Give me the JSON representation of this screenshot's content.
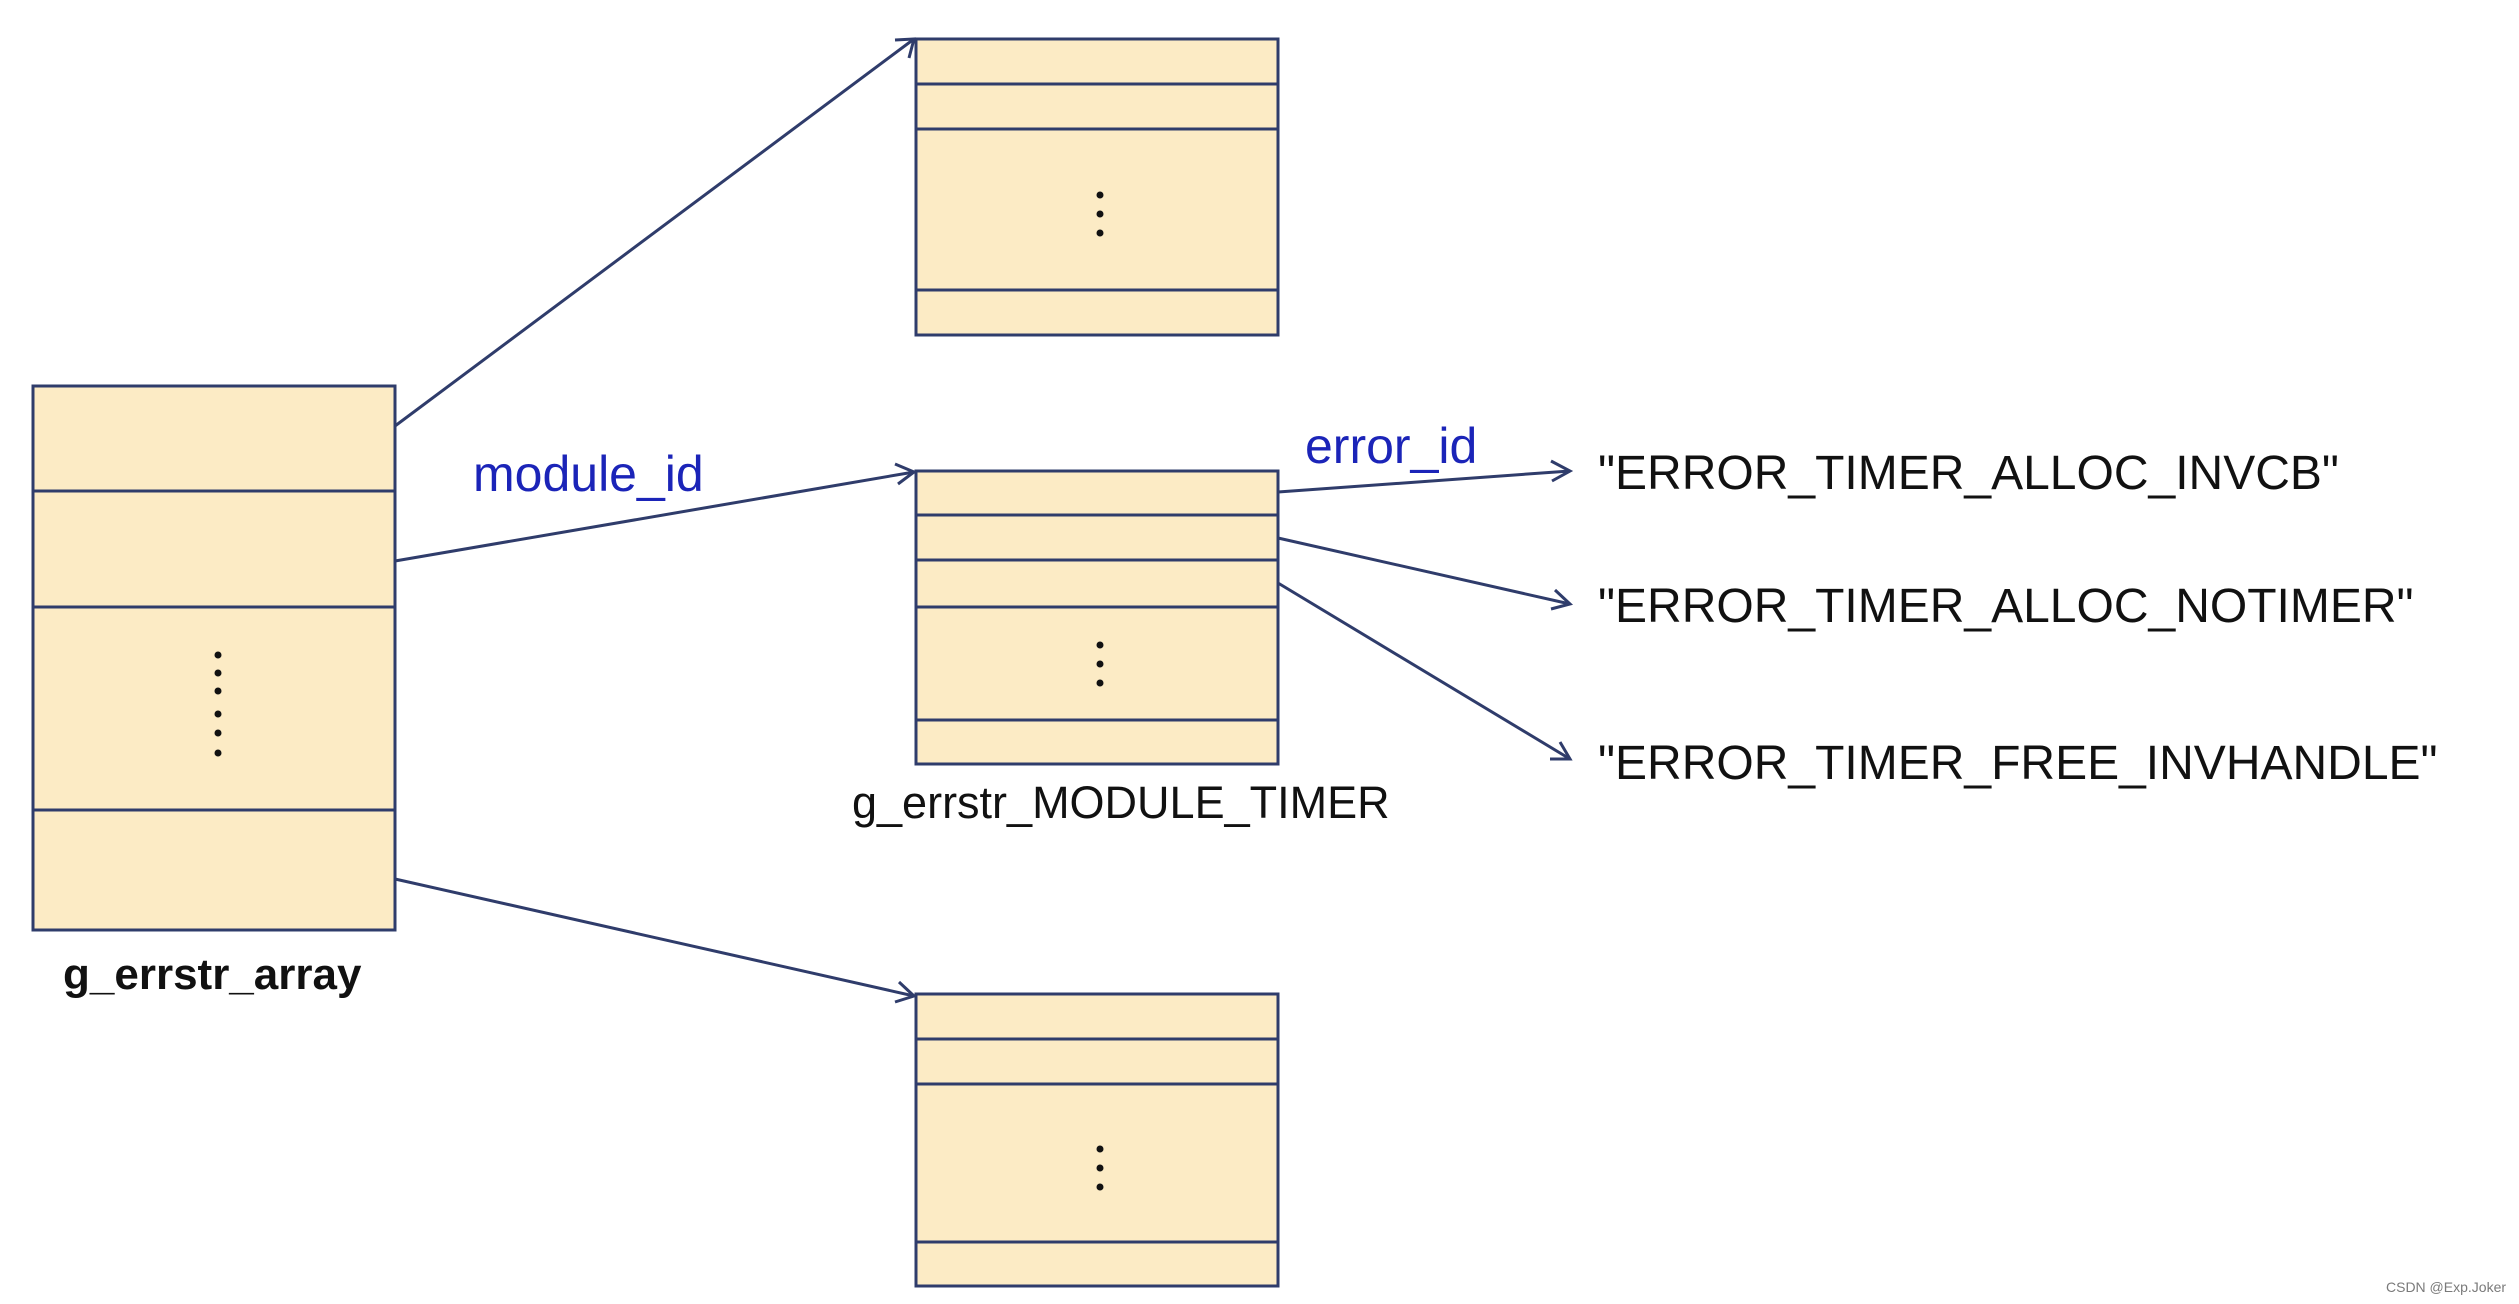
{
  "labels": {
    "array": "g_errstr_array",
    "module_table": "g_errstr_MODULE_TIMER",
    "module_id": "module_id",
    "error_id": "error_id"
  },
  "strings": [
    "\"ERROR_TIMER_ALLOC_INVCB\"",
    "\"ERROR_TIMER_ALLOC_NOTIMER\"",
    "\"ERROR_TIMER_FREE_INVHANDLE\""
  ],
  "watermark": "CSDN @Exp.Joker",
  "colors": {
    "box_fill": "#fcebc5",
    "box_stroke": "#2f3c6b",
    "label_blue": "#1b24b8"
  }
}
